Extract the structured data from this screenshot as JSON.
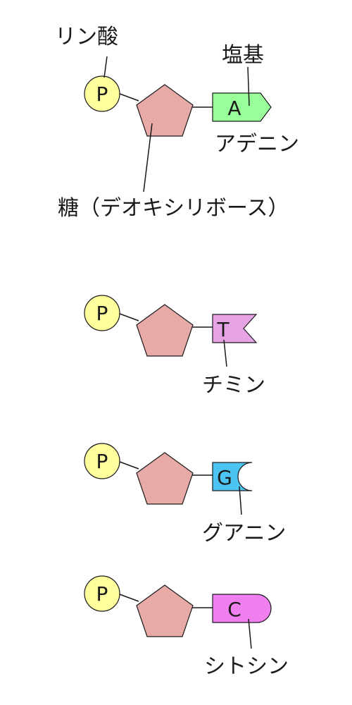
{
  "labels": {
    "phosphate": "リン酸",
    "base": "塩基",
    "sugar": "糖（デオキシリボース）"
  },
  "phosphate_symbol": "P",
  "colors": {
    "phosphate": "#ffff9e",
    "sugar": "#e8aaa6",
    "adenine": "#99ff99",
    "thymine": "#e6a3e6",
    "guanine": "#4dc3f2",
    "cytosine": "#f07ff0"
  },
  "nucleotides": [
    {
      "letter": "A",
      "name": "アデニン",
      "color_key": "adenine"
    },
    {
      "letter": "T",
      "name": "チミン",
      "color_key": "thymine"
    },
    {
      "letter": "G",
      "name": "グアニン",
      "color_key": "guanine"
    },
    {
      "letter": "C",
      "name": "シトシン",
      "color_key": "cytosine"
    }
  ]
}
